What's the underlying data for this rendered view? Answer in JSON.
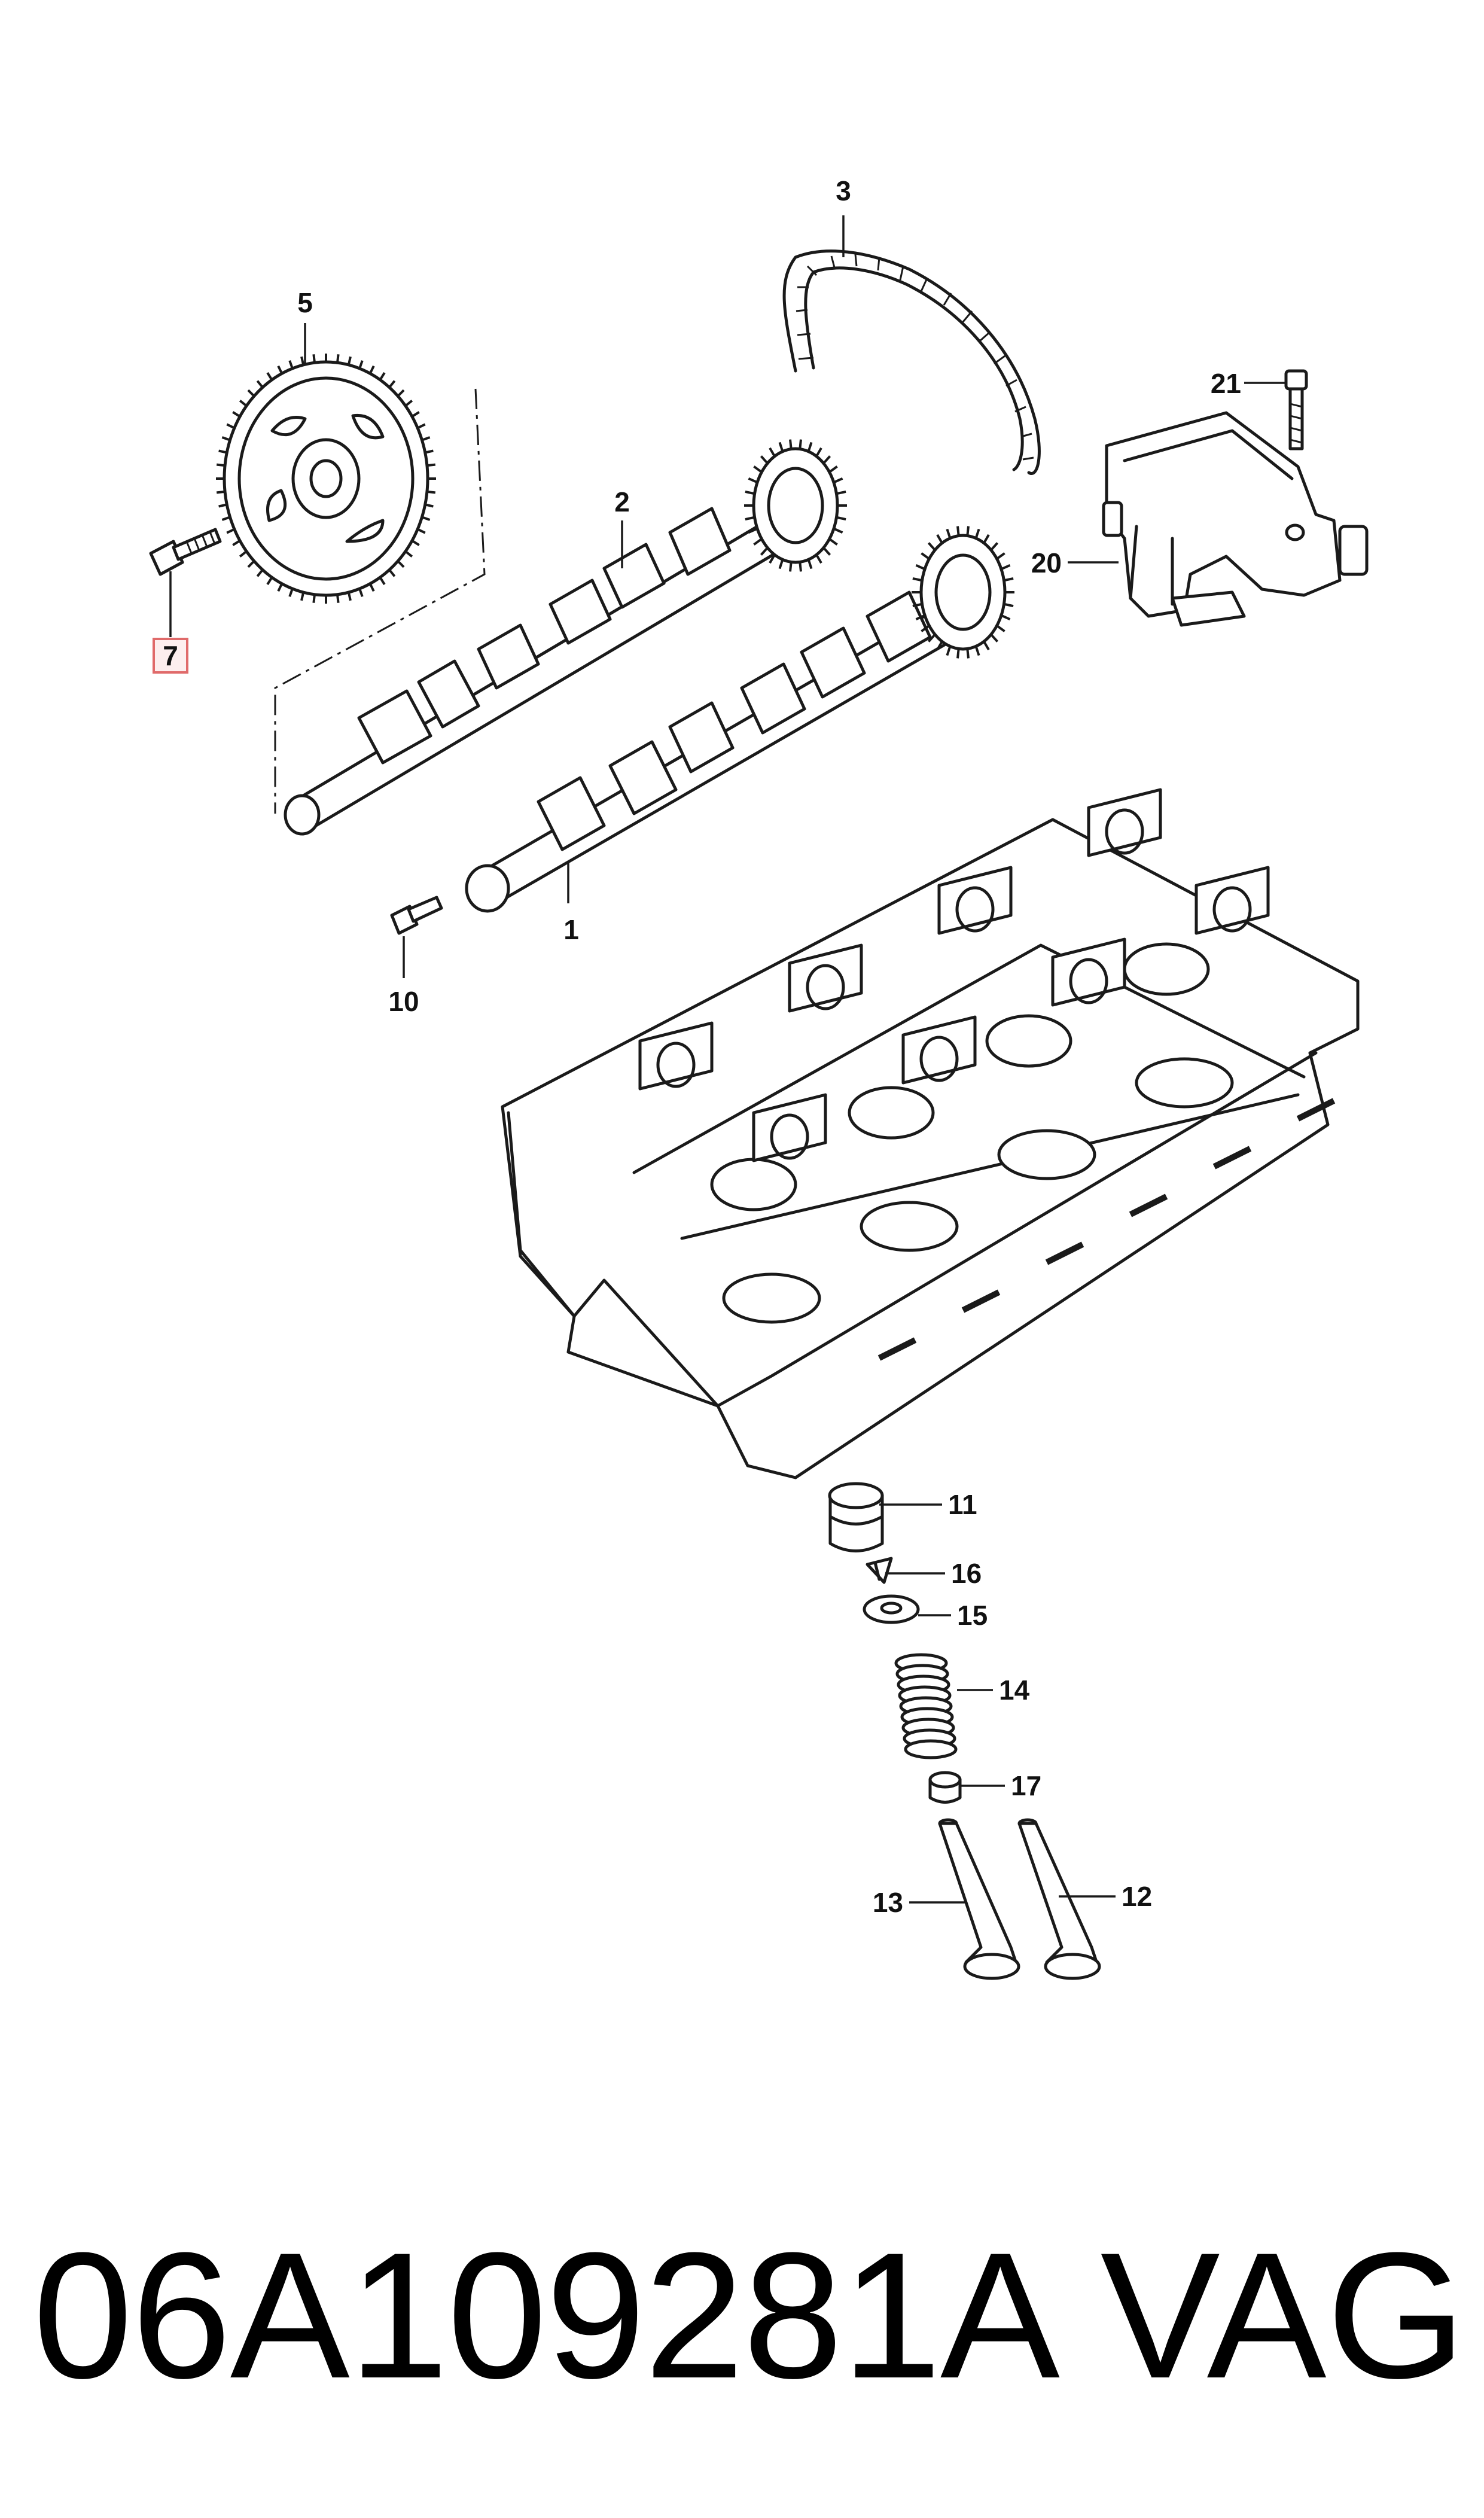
{
  "callouts": {
    "c1": "1",
    "c2": "2",
    "c3": "3",
    "c5": "5",
    "c7": "7",
    "c10": "10",
    "c11": "11",
    "c12": "12",
    "c13": "13",
    "c14": "14",
    "c15": "15",
    "c16": "16",
    "c17": "17",
    "c20": "20",
    "c21": "21"
  },
  "highlighted_callout": "7",
  "highlight_color": "#e06a6a",
  "footer": {
    "part_number": "06A109281A",
    "brand": "VAG"
  }
}
